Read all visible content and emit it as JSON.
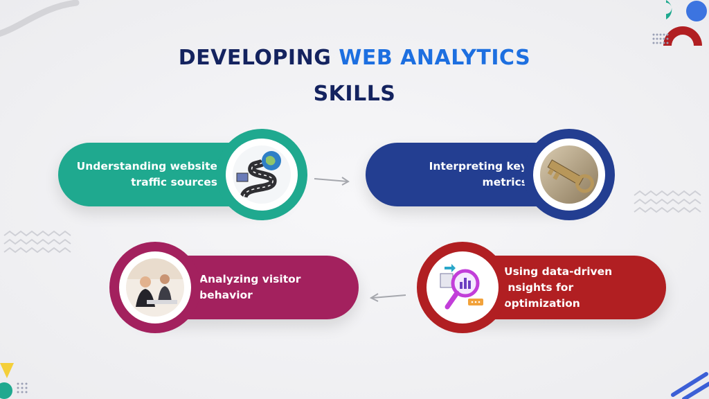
{
  "title": {
    "part1": "DEVELOPING",
    "part2": "WEB ANALYTICS",
    "part3": "SKILLS"
  },
  "colors": {
    "navy": "#14235f",
    "blue": "#1d6fe0",
    "teal": "#1fa98f",
    "indigo": "#233e91",
    "magenta": "#a3215e",
    "crimson": "#b11f22"
  },
  "steps": [
    {
      "lines": [
        "Understanding website",
        "traffic sources"
      ],
      "icon": "road-globe-icon"
    },
    {
      "lines": [
        "Interpreting key",
        "metrics"
      ],
      "icon": "success-key-icon"
    },
    {
      "lines": [
        "Analyzing visitor",
        "behavior"
      ],
      "icon": "business-meeting-icon"
    },
    {
      "lines": [
        "Using data-driven",
        "insights for",
        "optimization"
      ],
      "icon": "analytics-magnifier-icon"
    }
  ]
}
